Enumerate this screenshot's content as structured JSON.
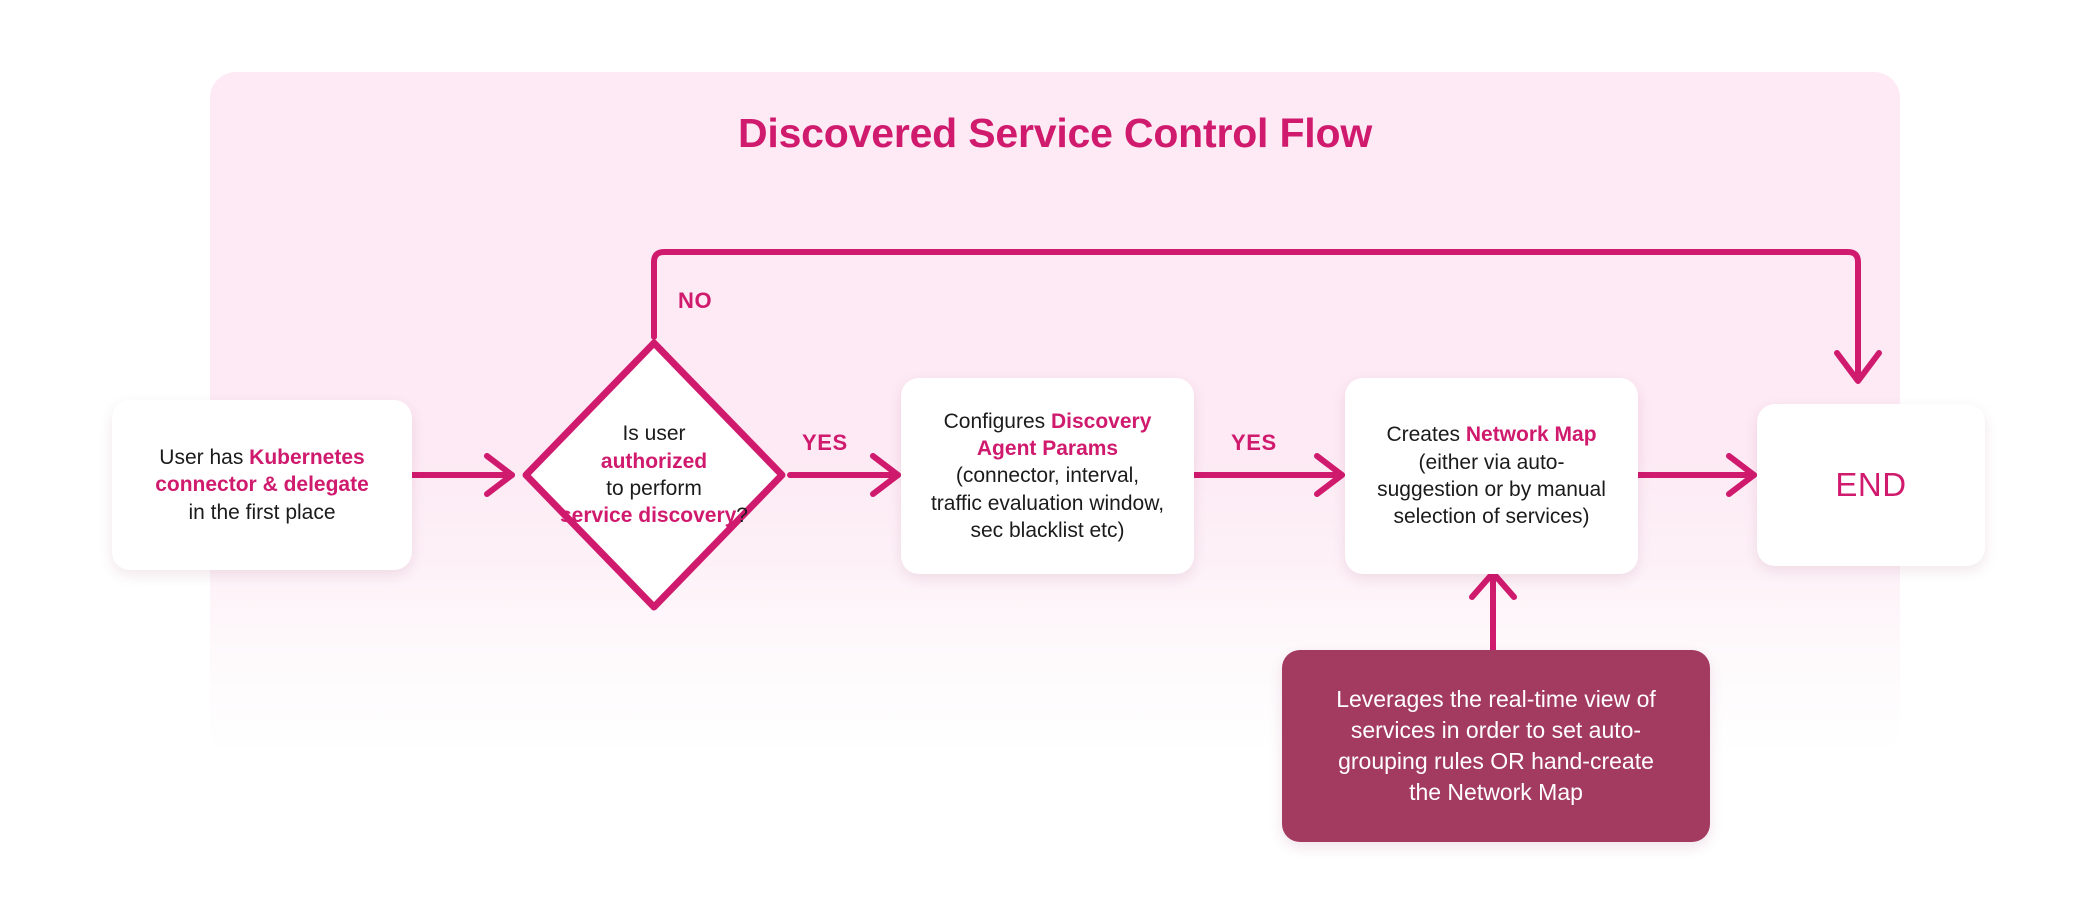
{
  "diagram": {
    "title": "Discovered Service Control Flow",
    "accent_color": "#d01a6e",
    "panel_color": "#fdeaf4",
    "note_color": "#a33a5f",
    "node_fill": "#ffffff"
  },
  "nodes": {
    "user": {
      "type": "process",
      "line1_plain": "User has ",
      "line1_highlight": "Kubernetes",
      "line2_highlight": "connector & delegate",
      "line3_plain": "in the first place"
    },
    "decision": {
      "type": "decision",
      "line1": "Is user",
      "line2_highlight": "authorized",
      "line3": "to perform",
      "line4_highlight": "service discovery",
      "line4_tail": "?"
    },
    "params": {
      "type": "process",
      "line1_plain": "Configures ",
      "line1_highlight": "Discovery",
      "line2_highlight": "Agent Params",
      "line3": "(connector, interval,",
      "line4": "traffic evaluation window,",
      "line5": "sec blacklist etc)"
    },
    "map": {
      "type": "process",
      "line1_plain": "Creates ",
      "line1_highlight": "Network Map",
      "line2": "(either via auto-",
      "line3": "suggestion or by manual",
      "line4": "selection of services)"
    },
    "end": {
      "type": "terminator",
      "label": "END"
    },
    "note": {
      "type": "annotation",
      "line1": "Leverages the real-time view of",
      "line2": "services in order to set auto-",
      "line3": "grouping rules OR hand-create",
      "line4": "the Network Map"
    }
  },
  "edges": {
    "user_to_decision": {
      "label": ""
    },
    "decision_no": {
      "label": "NO",
      "target": "end"
    },
    "decision_yes": {
      "label": "YES",
      "target": "params"
    },
    "params_to_map": {
      "label": "YES",
      "target": "map"
    },
    "map_to_end": {
      "label": ""
    },
    "note_to_map": {
      "label": ""
    }
  }
}
